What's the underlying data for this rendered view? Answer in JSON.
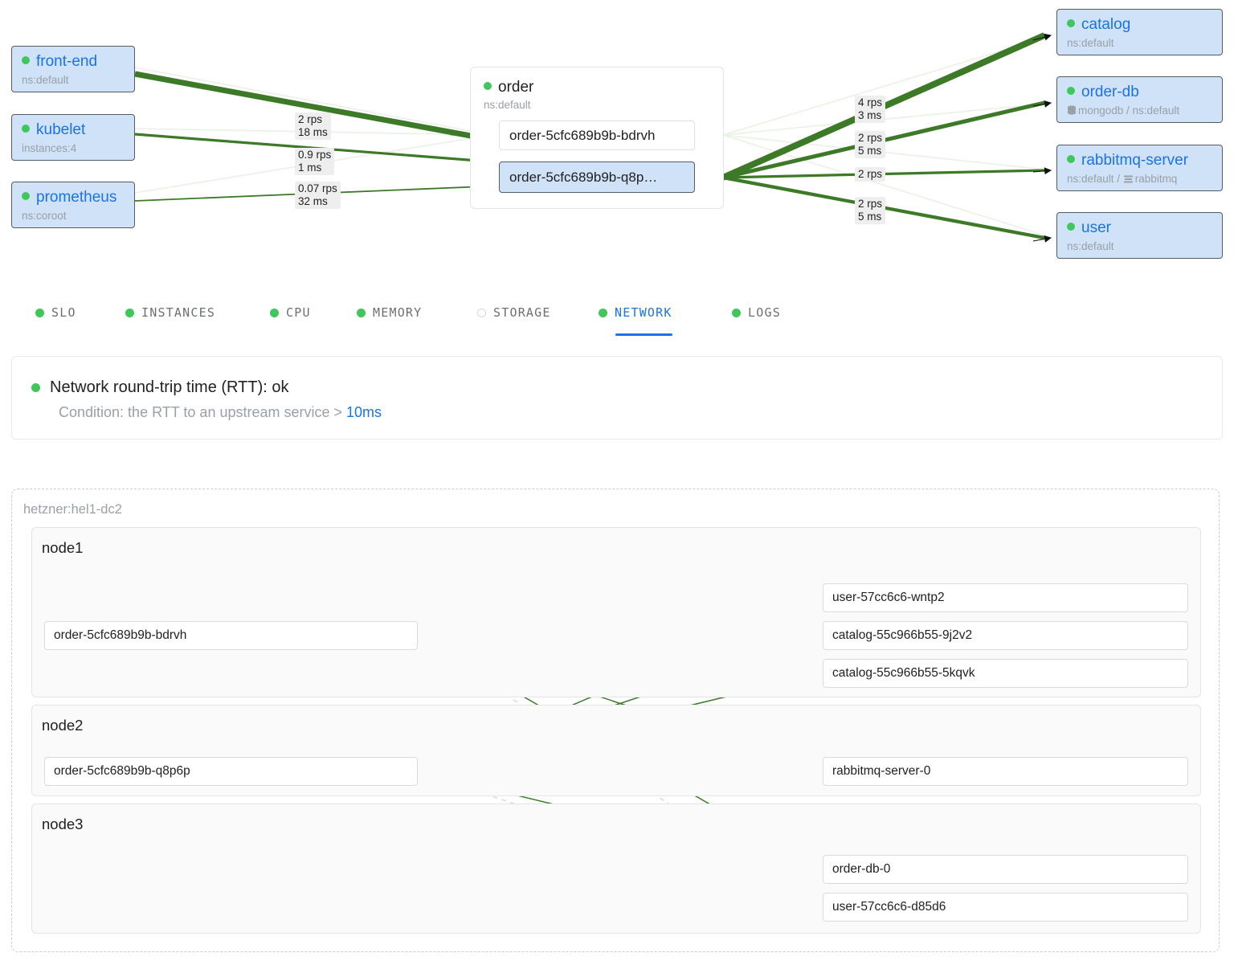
{
  "service_map": {
    "upstreams": [
      {
        "name": "front-end",
        "sub": "ns:default",
        "status": "ok"
      },
      {
        "name": "kubelet",
        "sub": "instances:4",
        "status": "ok"
      },
      {
        "name": "prometheus",
        "sub": "ns:coroot",
        "status": "ok"
      }
    ],
    "center": {
      "name": "order",
      "sub": "ns:default",
      "pods": [
        {
          "label": "order-5cfc689b9b-bdrvh",
          "selected": false
        },
        {
          "label": "order-5cfc689b9b-q8p…",
          "selected": true
        }
      ]
    },
    "downstreams": [
      {
        "name": "catalog",
        "sub": "ns:default",
        "icon": "",
        "status": "ok"
      },
      {
        "name": "order-db",
        "sub": "mongodb / ns:default",
        "icon": "database-icon",
        "status": "ok"
      },
      {
        "name": "rabbitmq-server",
        "sub": "ns:default / rabbitmq",
        "icon": "queue-icon",
        "status": "ok"
      },
      {
        "name": "user",
        "sub": "ns:default",
        "status": "ok"
      }
    ],
    "inbound_labels": [
      {
        "rps": "2 rps",
        "latency": "18 ms"
      },
      {
        "rps": "0.9 rps",
        "latency": "1 ms"
      },
      {
        "rps": "0.07 rps",
        "latency": "32 ms"
      }
    ],
    "outbound_labels": [
      {
        "rps": "4 rps",
        "latency": "3 ms"
      },
      {
        "rps": "2 rps",
        "latency": "5 ms"
      },
      {
        "rps": "2 rps",
        "latency": ""
      },
      {
        "rps": "2 rps",
        "latency": "5 ms"
      }
    ]
  },
  "tabs": [
    {
      "label": "SLO",
      "status": "ok",
      "active": false
    },
    {
      "label": "INSTANCES",
      "status": "ok",
      "active": false
    },
    {
      "label": "CPU",
      "status": "ok",
      "active": false
    },
    {
      "label": "MEMORY",
      "status": "ok",
      "active": false
    },
    {
      "label": "STORAGE",
      "status": "unknown",
      "active": false
    },
    {
      "label": "NETWORK",
      "status": "ok",
      "active": true
    },
    {
      "label": "LOGS",
      "status": "ok",
      "active": false
    }
  ],
  "status_card": {
    "title": "Network round-trip time (RTT): ok",
    "condition_prefix": "Condition: the RTT to an upstream service > ",
    "condition_value": "10ms",
    "status": "ok"
  },
  "node_map": {
    "datacenter": "hetzner:hel1-dc2",
    "nodes": [
      {
        "name": "node1",
        "left_pods": [
          "order-5cfc689b9b-bdrvh"
        ],
        "right_pods": [
          "user-57cc6c6-wntp2",
          "catalog-55c966b55-9j2v2",
          "catalog-55c966b55-5kqvk"
        ]
      },
      {
        "name": "node2",
        "left_pods": [
          "order-5cfc689b9b-q8p6p"
        ],
        "right_pods": [
          "rabbitmq-server-0"
        ]
      },
      {
        "name": "node3",
        "left_pods": [],
        "right_pods": [
          "order-db-0",
          "user-57cc6c6-d85d6"
        ]
      }
    ]
  },
  "colors": {
    "accent": "#1a73e8",
    "ok": "#3ec75b",
    "edge": "#3d7a28",
    "box_fill": "#cfe2f8",
    "box_border": "#555b63",
    "muted": "#9aa0a6"
  }
}
